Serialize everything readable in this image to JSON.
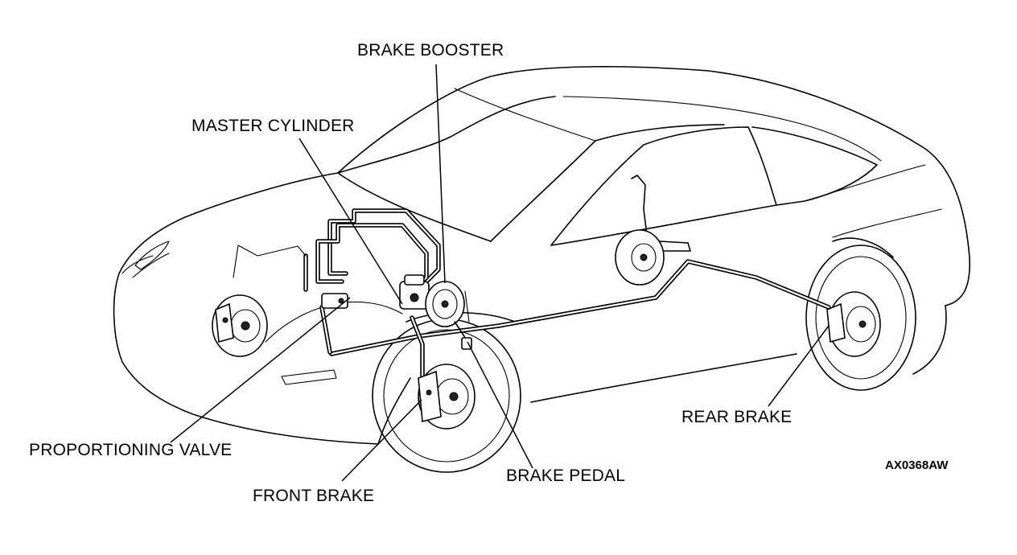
{
  "diagram": {
    "labels": {
      "brake_booster": "BRAKE BOOSTER",
      "master_cylinder": "MASTER CYLINDER",
      "proportioning_valve": "PROPORTIONING VALVE",
      "front_brake": "FRONT BRAKE",
      "brake_pedal": "BRAKE PEDAL",
      "rear_brake": "REAR BRAKE"
    },
    "figure_code": "AX0368AW",
    "colors": {
      "ink": "#000000",
      "paper": "#ffffff"
    }
  }
}
